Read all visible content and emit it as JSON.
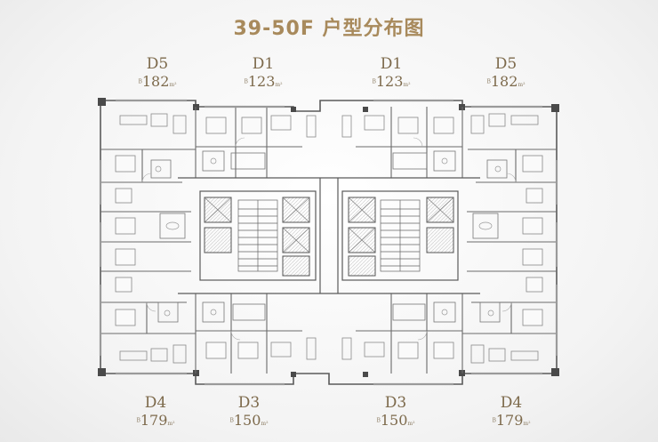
{
  "title": "39-50F 户型分布图",
  "area_prefix": "B",
  "area_unit": "m²",
  "units": {
    "top": [
      {
        "code": "D5",
        "area": "182"
      },
      {
        "code": "D1",
        "area": "123"
      },
      {
        "code": "D1",
        "area": "123"
      },
      {
        "code": "D5",
        "area": "182"
      }
    ],
    "bottom": [
      {
        "code": "D4",
        "area": "179"
      },
      {
        "code": "D3",
        "area": "150"
      },
      {
        "code": "D3",
        "area": "150"
      },
      {
        "code": "D4",
        "area": "179"
      }
    ]
  },
  "colors": {
    "accent": "#a88a5c",
    "wall": "#5a5a5a",
    "background": "#f4f4f4"
  }
}
